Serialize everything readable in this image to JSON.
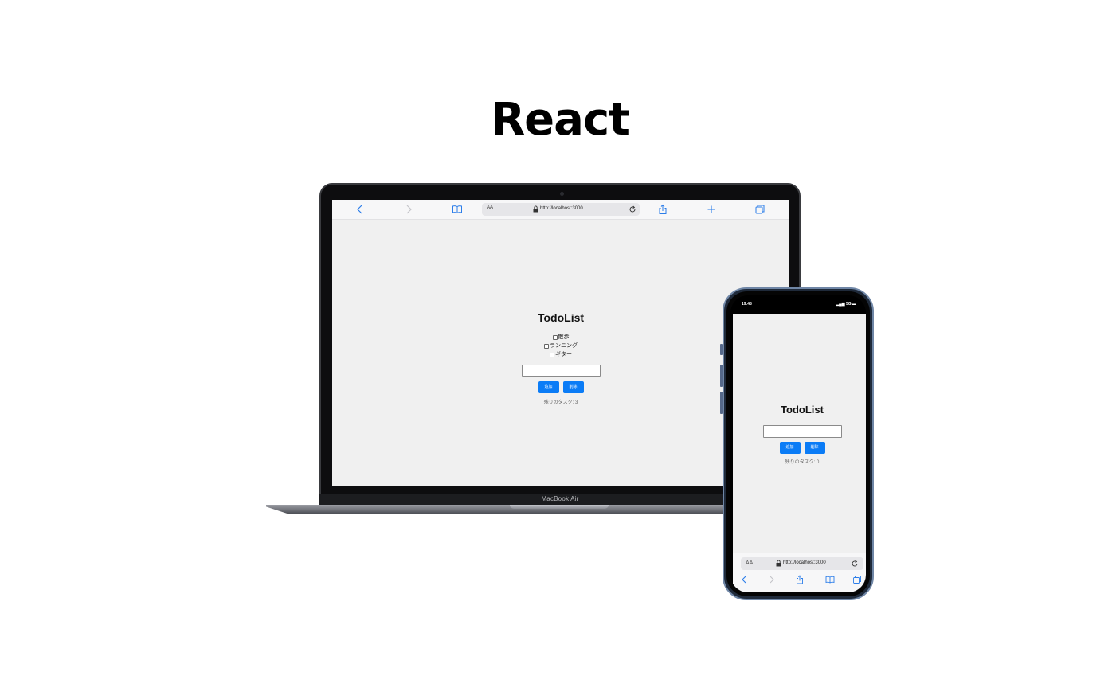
{
  "heading": "React",
  "laptop": {
    "brand": "MacBook Air",
    "url": "http://localhost:3000",
    "url_aa": "AA",
    "app": {
      "title": "TodoList",
      "todos": [
        {
          "label": "散歩",
          "checked": false
        },
        {
          "label": "ランニング",
          "checked": false
        },
        {
          "label": "ギター",
          "checked": false
        }
      ],
      "input_value": "",
      "add_label": "追加",
      "delete_label": "削除",
      "remaining": "残りのタスク: 3"
    }
  },
  "phone": {
    "time": "19:48",
    "signal": "5G",
    "url": "http://localhost:3000",
    "url_aa": "AA",
    "app": {
      "title": "TodoList",
      "input_value": "",
      "add_label": "追加",
      "delete_label": "削除",
      "remaining": "残りのタスク: 0"
    }
  },
  "colors": {
    "accent": "#0b7cf6",
    "safari_icon": "#2b7de9",
    "page_bg": "#f0f0f0"
  }
}
